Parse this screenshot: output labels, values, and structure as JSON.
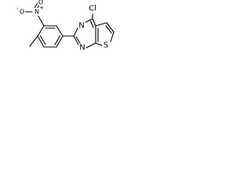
{
  "structure": {
    "atoms": {
      "cl": "Cl",
      "n_top": "N",
      "n_bottom": "N",
      "s": "S",
      "n_nitro": "N",
      "n_nitro_charge": "+",
      "o_minus": "O",
      "o_minus_charge": "-",
      "o_double": "O"
    }
  }
}
